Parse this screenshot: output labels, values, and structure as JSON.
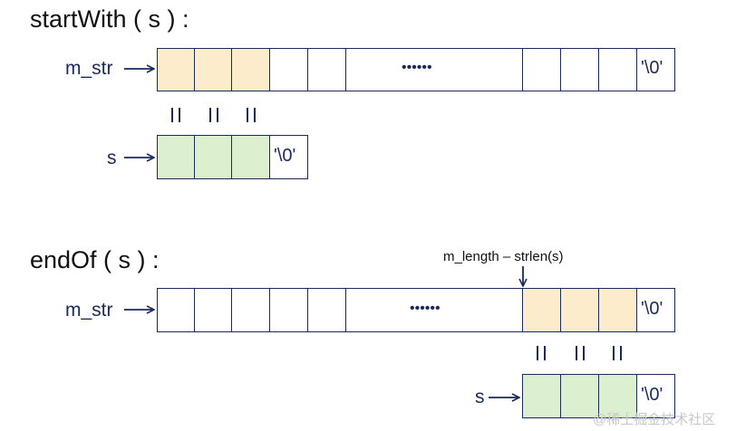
{
  "diagram1": {
    "heading": "startWith ( s ) :",
    "mstr_label": "m_str",
    "s_label": "s",
    "ellipsis": "••••••",
    "terminator": "'\\0'",
    "s_terminator": "'\\0'"
  },
  "diagram2": {
    "heading": "endOf ( s ) :",
    "mstr_label": "m_str",
    "s_label": "s",
    "ellipsis": "••••••",
    "terminator": "'\\0'",
    "s_terminator": "'\\0'",
    "offset_label": "m_length – strlen(s)"
  },
  "colors": {
    "box_border": "#1a2a5a",
    "orange_fill": "#fdeccb",
    "green_fill": "#dcefcf"
  },
  "watermark": "@稀土掘金技术社区"
}
